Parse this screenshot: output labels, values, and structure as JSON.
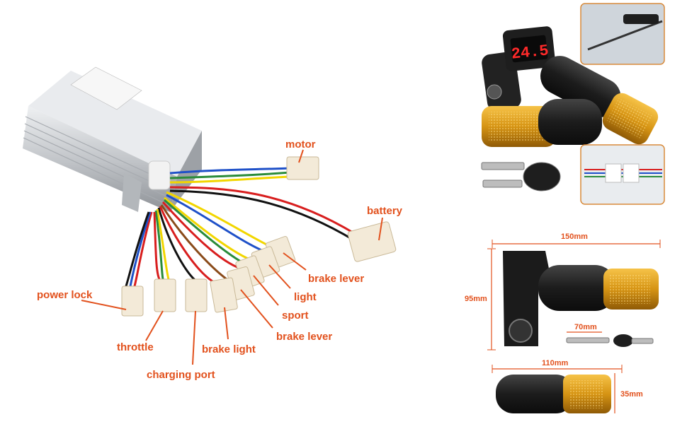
{
  "labels": {
    "motor": "motor",
    "battery": "battery",
    "brake_lever_top": "brake lever",
    "light": "light",
    "sport": "sport",
    "brake_lever_bottom": "brake lever",
    "brake_light": "brake light",
    "charging_port": "charging port",
    "throttle": "throttle",
    "power_lock": "power lock"
  },
  "display": {
    "reading": "24.5"
  },
  "dimensions": {
    "throttle_length": "150mm",
    "throttle_height": "95mm",
    "key_length": "70mm",
    "grip_length": "110mm",
    "grip_diameter": "35mm"
  },
  "colors": {
    "label": "#e2511d",
    "grip_gold": "#d99a1c",
    "rubber": "#1e1e1e",
    "controller": "#c9ccd0"
  }
}
